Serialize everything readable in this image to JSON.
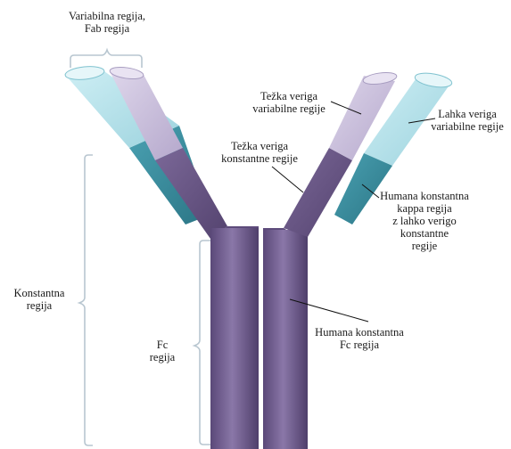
{
  "labels": {
    "variable_region": [
      "Variabilna regija,",
      "Fab regija"
    ],
    "heavy_variable": [
      "Težka veriga",
      "variabilne regije"
    ],
    "light_variable": [
      "Lahka veriga",
      "variabilne regije"
    ],
    "heavy_constant": [
      "Težka veriga",
      "konstantne regije"
    ],
    "kappa_constant": [
      "Humana konstantna",
      "kappa regija",
      "z lahko verigo",
      "konstantne",
      "regije"
    ],
    "constant_region": [
      "Konstantna",
      "regija"
    ],
    "fc_region": [
      "Fc",
      "regija"
    ],
    "human_fc": [
      "Humana konstantna",
      "Fc regija"
    ]
  },
  "colors": {
    "heavy_dark": "#6e5a8e",
    "heavy_light": "#c8bedb",
    "light_dark": "#3b8fa0",
    "light_light": "#b4e1ea",
    "bracket": "#b8c6d0",
    "leader": "#111111"
  }
}
